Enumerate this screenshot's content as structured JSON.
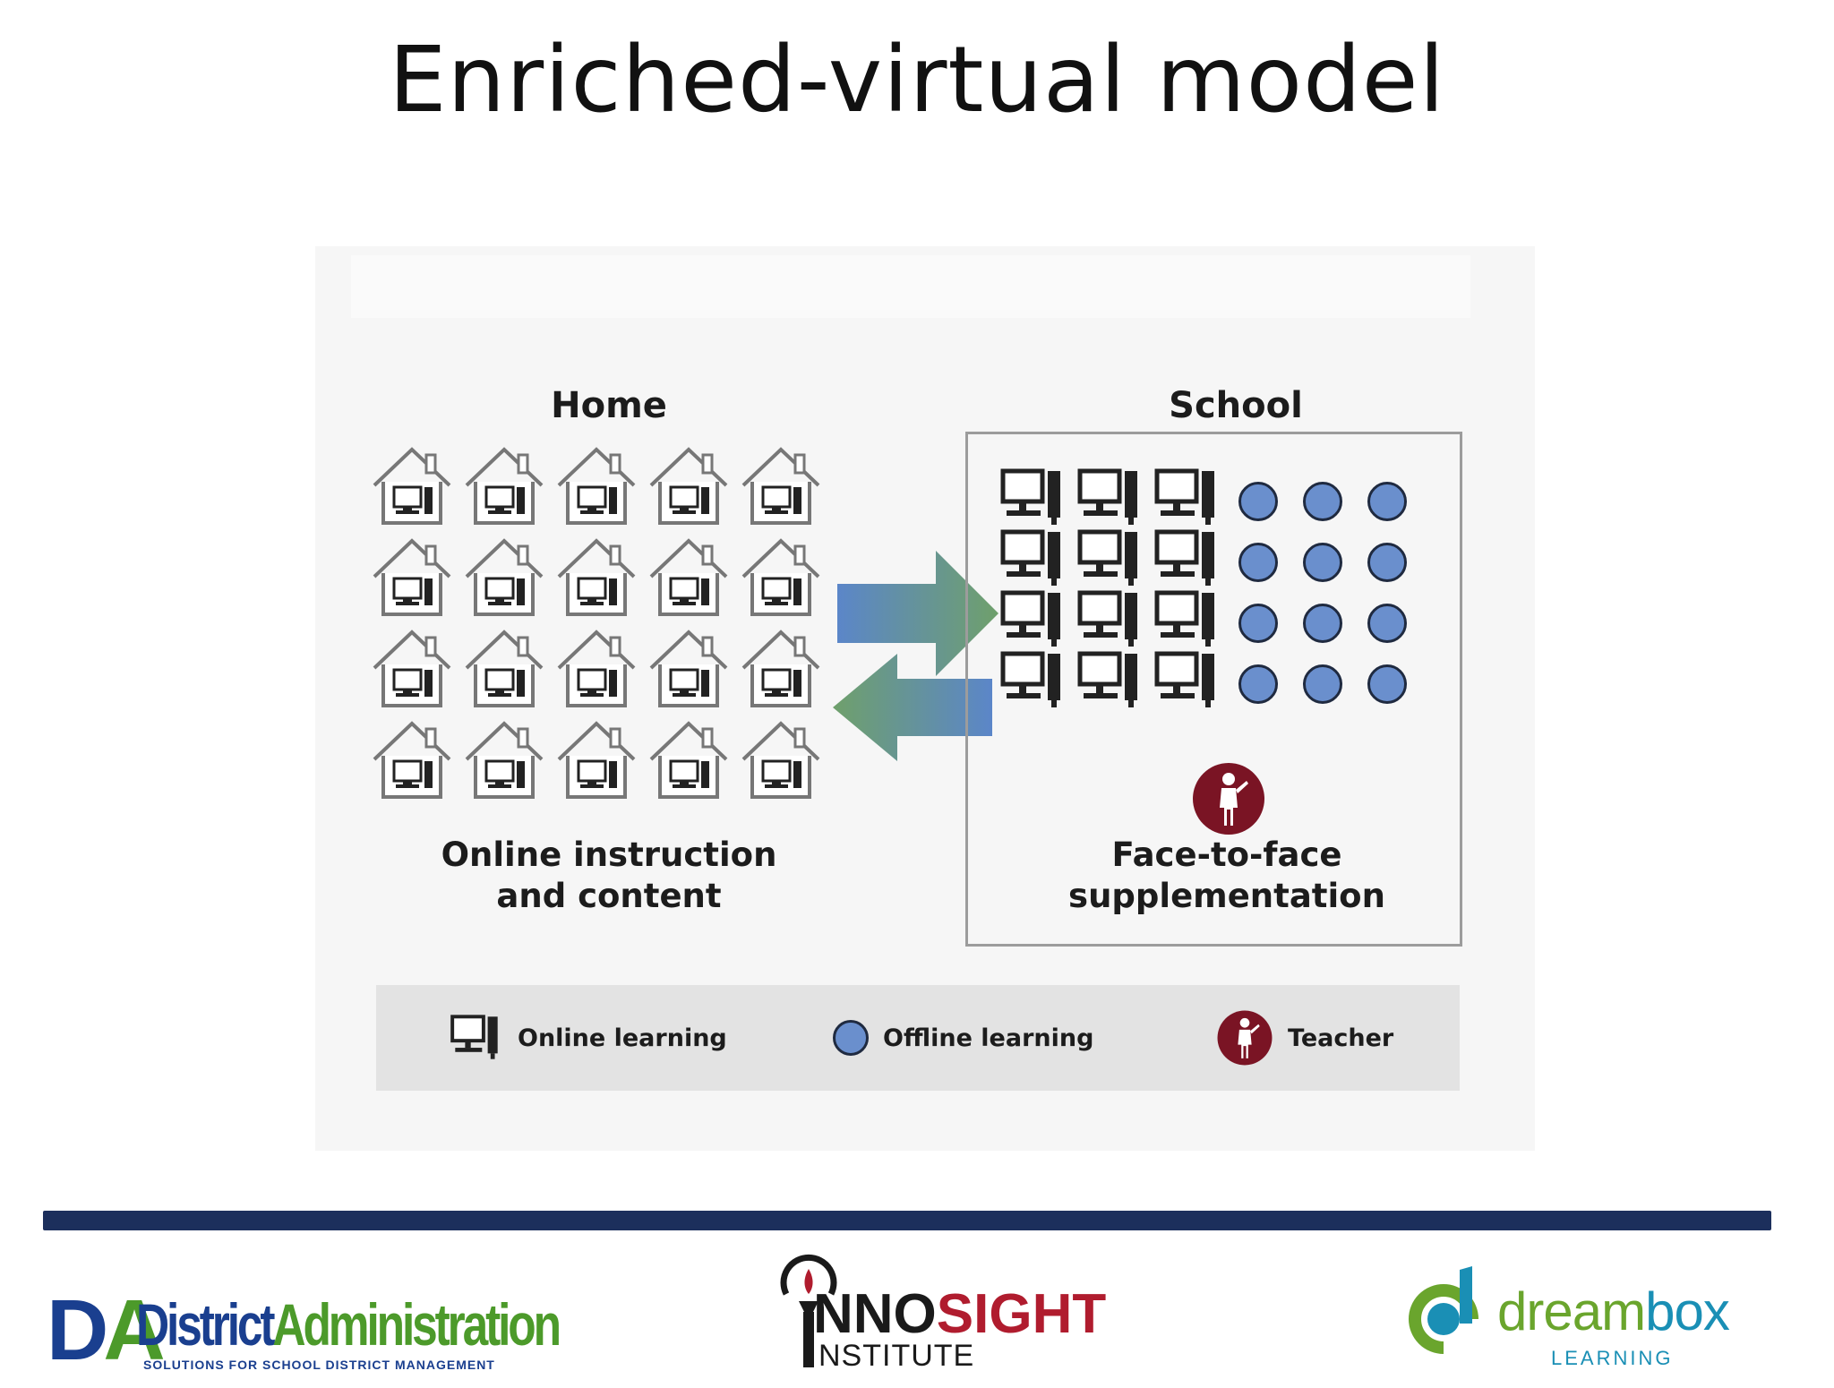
{
  "slide": {
    "title": "Enriched-virtual model"
  },
  "diagram": {
    "home_heading": "Home",
    "school_heading": "School",
    "home_caption_line1": "Online instruction",
    "home_caption_line2": "and content",
    "school_caption_line1": "Face-to-face",
    "school_caption_line2": "supplementation",
    "house_grid": {
      "rows": 4,
      "cols": 5
    },
    "school_computers": {
      "rows": 4,
      "cols": 3
    },
    "school_offline_dots": {
      "rows": 4,
      "cols": 3
    },
    "arrow_gradient": [
      "#5b86c9",
      "#6fa06b"
    ]
  },
  "legend": {
    "online": "Online learning",
    "offline": "Offline learning",
    "teacher": "Teacher"
  },
  "colors": {
    "offline_dot": "#6a8fcd",
    "teacher_badge": "#7a1424",
    "footer_bar": "#1c2f5c"
  },
  "footer": {
    "da_initials_d": "D",
    "da_initials_a": "A",
    "da_word_district": "District",
    "da_word_admin": "Administration",
    "da_tagline": "SOLUTIONS FOR SCHOOL DISTRICT MANAGEMENT",
    "innosight_inno": "NNO",
    "innosight_sight": "SIGHT",
    "innosight_sub": "NSTITUTE",
    "dreambox_word_dream": "dream",
    "dreambox_word_box": "box",
    "dreambox_sub": "LEARNING"
  }
}
